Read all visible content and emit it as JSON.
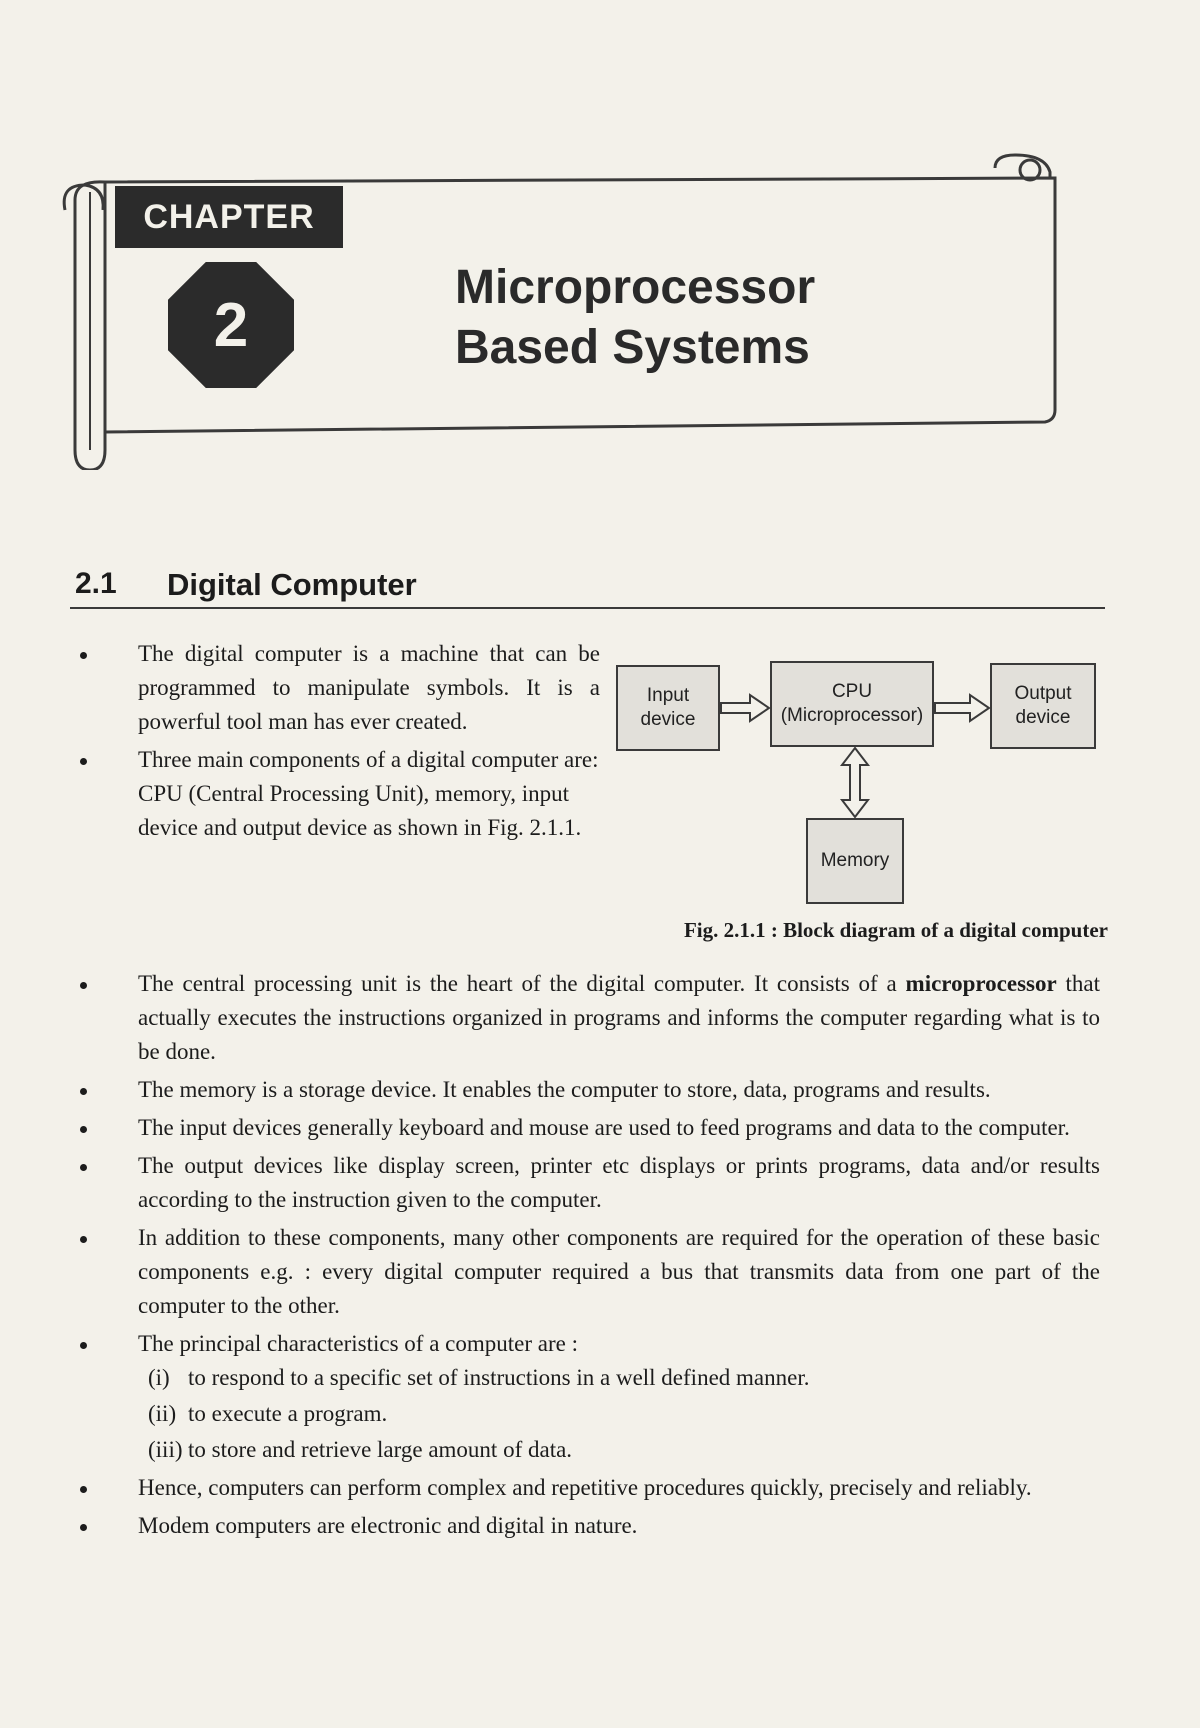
{
  "chapter": {
    "label": "CHAPTER",
    "number": "2",
    "title_line1": "Microprocessor",
    "title_line2": "Based Systems"
  },
  "section": {
    "number": "2.1",
    "title": "Digital Computer"
  },
  "intro_bullets": [
    "The digital computer is a machine that can be programmed to manipulate symbols. It is a powerful tool man has ever created.",
    "Three main components of a digital computer are: CPU (Central Processing Unit), memory, input device and output device as shown in Fig. 2.1.1."
  ],
  "diagram": {
    "input_line1": "Input",
    "input_line2": "device",
    "cpu_line1": "CPU",
    "cpu_line2": "(Microprocessor)",
    "output_line1": "Output",
    "output_line2": "device",
    "memory": "Memory",
    "caption": "Fig. 2.1.1 : Block diagram of a digital computer"
  },
  "bullets": {
    "cpu_before": "The central processing unit is the heart of the digital computer. It consists of a",
    "cpu_bold": "microprocessor",
    "cpu_after": "that actually executes the instructions organized in programs and informs the computer regarding what is to be done.",
    "memory": "The memory is a storage device. It enables the computer to store, data, programs and results.",
    "input": "The input devices generally keyboard and mouse are used to feed programs and data to the computer.",
    "output": "The output devices like display screen, printer etc displays or prints programs, data and/or results according to the instruction given to the computer.",
    "addition": "In addition to these components, many other components are required for the operation of these basic components e.g. : every digital computer required a bus that transmits data from one part of the computer to the other.",
    "characteristics": "The principal characteristics of a computer are :",
    "hence": "Hence, computers can perform complex and repetitive procedures quickly, precisely and reliably.",
    "modern": "Modem computers are electronic and digital in nature."
  },
  "characteristics": [
    {
      "mark": "(i)",
      "text": "to respond to a specific set of instructions in a well defined manner."
    },
    {
      "mark": "(ii)",
      "text": "to execute a program."
    },
    {
      "mark": "(iii)",
      "text": "to store and retrieve large amount of data."
    }
  ]
}
